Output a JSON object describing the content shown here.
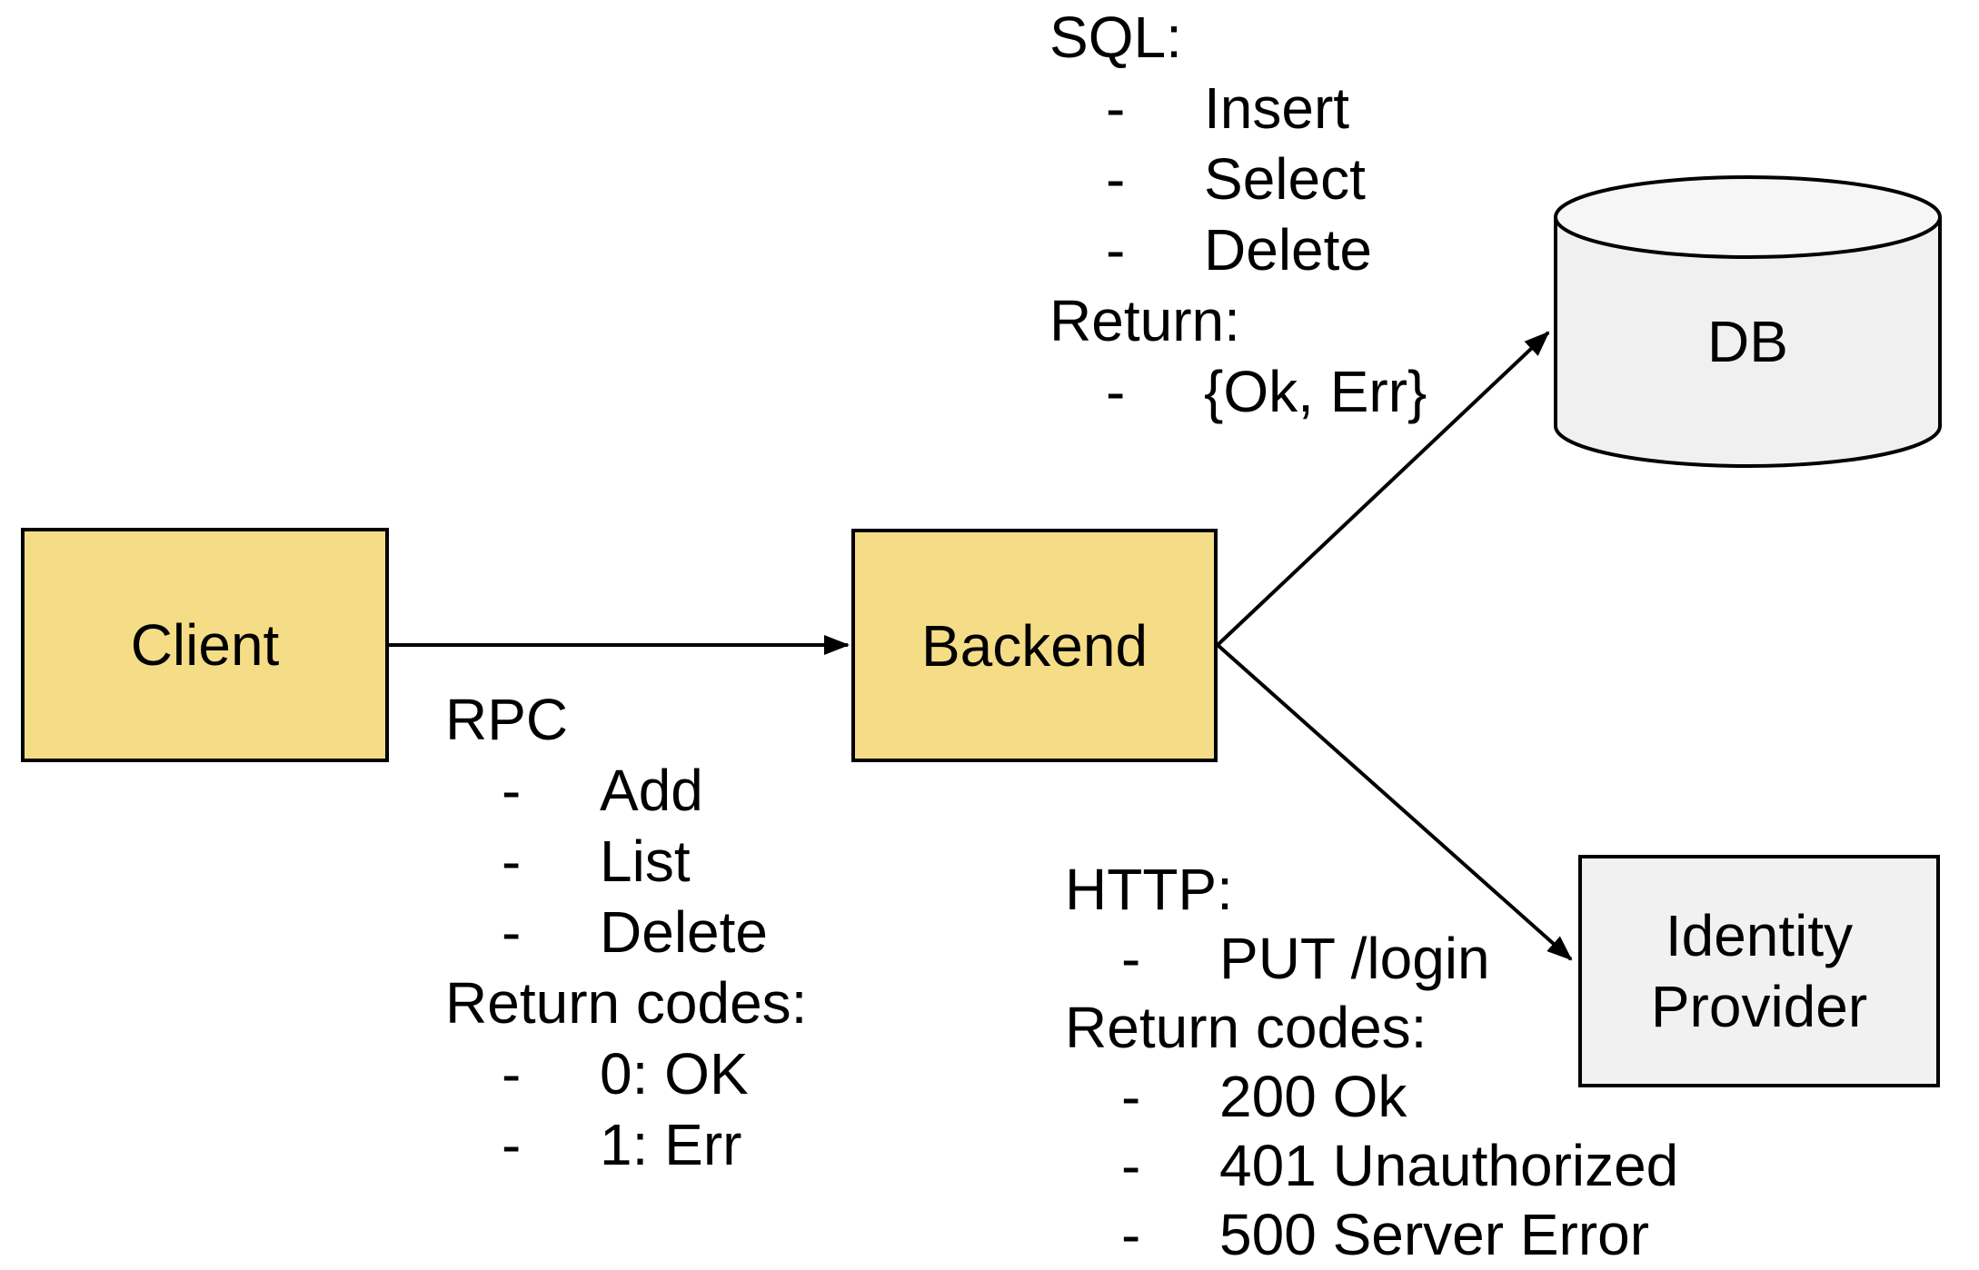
{
  "diagram": {
    "bullet": "-",
    "nodes": {
      "client": {
        "label": "Client",
        "shape": "rect",
        "fill": "#F5DD87"
      },
      "backend": {
        "label": "Backend",
        "shape": "rect",
        "fill": "#F5DD87"
      },
      "db": {
        "label": "DB",
        "shape": "cylinder",
        "fill": "#F1F1F1"
      },
      "identity_provider": {
        "label": "Identity Provider",
        "shape": "rect",
        "fill": "#F1F1F1"
      }
    },
    "edges": [
      {
        "from": "Client",
        "to": "Backend",
        "annotation": "rpc"
      },
      {
        "from": "Backend",
        "to": "DB",
        "annotation": "sql"
      },
      {
        "from": "Backend",
        "to": "Identity Provider",
        "annotation": "http"
      }
    ],
    "annotations": {
      "rpc": {
        "sections": [
          {
            "title": "RPC",
            "items": [
              "Add",
              "List",
              "Delete"
            ]
          },
          {
            "title": "Return codes:",
            "items": [
              "0: OK",
              "1: Err"
            ]
          }
        ]
      },
      "sql": {
        "sections": [
          {
            "title": "SQL:",
            "items": [
              "Insert",
              "Select",
              "Delete"
            ]
          },
          {
            "title": "Return:",
            "items": [
              "{Ok, Err}"
            ]
          }
        ]
      },
      "http": {
        "sections": [
          {
            "title": "HTTP:",
            "items": [
              "PUT /login"
            ]
          },
          {
            "title": "Return codes:",
            "items": [
              "200 Ok",
              "401 Unauthorized",
              "500 Server Error"
            ]
          }
        ]
      }
    },
    "colors": {
      "node_yellow": "#F5DD87",
      "node_gray": "#F1F1F1",
      "stroke": "#000000",
      "background": "#FFFFFF"
    }
  }
}
